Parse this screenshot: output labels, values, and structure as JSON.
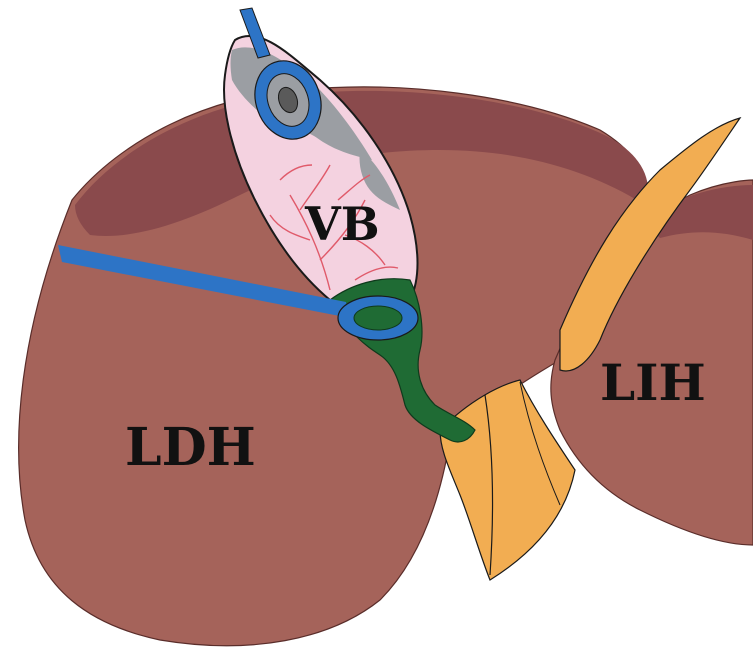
{
  "labels": {
    "vb": "VB",
    "ldh": "LDH",
    "lih": "LIH"
  },
  "colors": {
    "background": "#ffffff",
    "liver": "#a5635a",
    "liver_dark": "#8a4a4c",
    "ligament": "#f2ad52",
    "gallbladder_wall": "#f4d2e0",
    "gallbladder_gray": "#9b9ea3",
    "vessels": "#e05a6a",
    "bile_duct": "#1f6b34",
    "clamp": "#2d74c6",
    "outline": "#1a1a1a"
  }
}
